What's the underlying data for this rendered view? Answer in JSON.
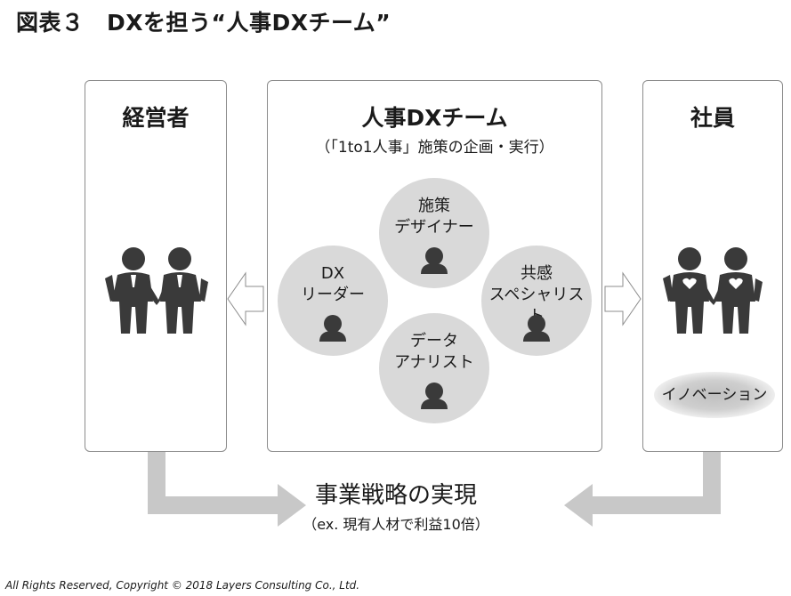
{
  "figure_title": "図表３　DXを担う“人事DXチーム”",
  "executives": {
    "title": "経営者"
  },
  "team": {
    "title": "人事DXチーム",
    "subtitle": "（「1to1人事」施策の企画・実行）",
    "roles": [
      {
        "label": "施策\nデザイナー"
      },
      {
        "label": "DX\nリーダー"
      },
      {
        "label": "共感\nスペシャリスト"
      },
      {
        "label": "データ\nアナリスト"
      }
    ]
  },
  "employees": {
    "title": "社員",
    "badge": "イノベーション"
  },
  "goal": {
    "title": "事業戦略の実現",
    "subtitle": "（ex. 現有人材で利益10倍）"
  },
  "copyright": "All Rights Reserved, Copyright © 2018 Layers Consulting Co., Ltd.",
  "colors": {
    "circle_fill": "#d9d9d9",
    "arrow_gray": "#c8c8c8",
    "icon_dark": "#3a3a3a"
  }
}
